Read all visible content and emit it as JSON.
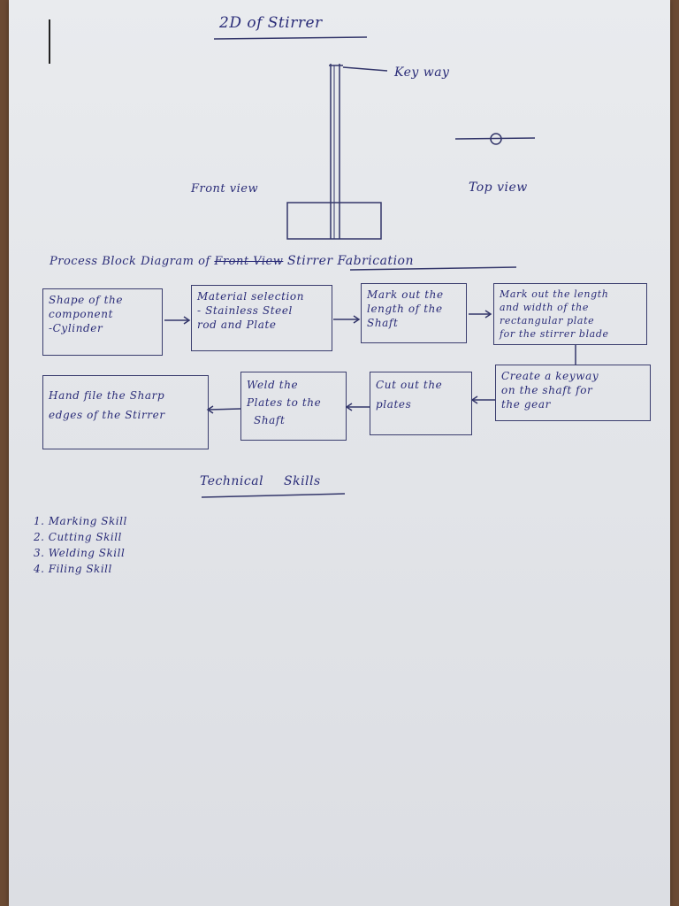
{
  "drawing": {
    "title": "2D of Stirrer",
    "keyway_label": "Key way",
    "front_view_label": "Front view",
    "top_view_label": "Top view"
  },
  "process": {
    "heading_prefix": "Process Block Diagram of",
    "heading_struck": "Front View",
    "heading_suffix": "Stirrer Fabrication",
    "steps": [
      {
        "lines": [
          "Shape of the",
          "component",
          "-Cylinder"
        ]
      },
      {
        "lines": [
          "Material selection",
          "- Stainless Steel",
          "rod and Plate"
        ]
      },
      {
        "lines": [
          "Mark out the",
          "length of the",
          "Shaft"
        ]
      },
      {
        "lines": [
          "Mark out the length",
          "and width of the",
          "rectangular plate",
          "for the stirrer blade"
        ]
      },
      {
        "lines": [
          "Create a keyway",
          "on the shaft for",
          "the gear"
        ]
      },
      {
        "lines": [
          "Cut out the",
          "plates"
        ]
      },
      {
        "lines": [
          "Weld the",
          "Plates to the",
          "Shaft"
        ]
      },
      {
        "lines": [
          "Hand file the Sharp",
          "edges of the Stirrer"
        ]
      }
    ]
  },
  "skills": {
    "heading": "Technical Skills",
    "items": [
      "1. Marking Skill",
      "2. Cutting Skill",
      "3. Welding Skill",
      "4. Filing Skill"
    ]
  }
}
